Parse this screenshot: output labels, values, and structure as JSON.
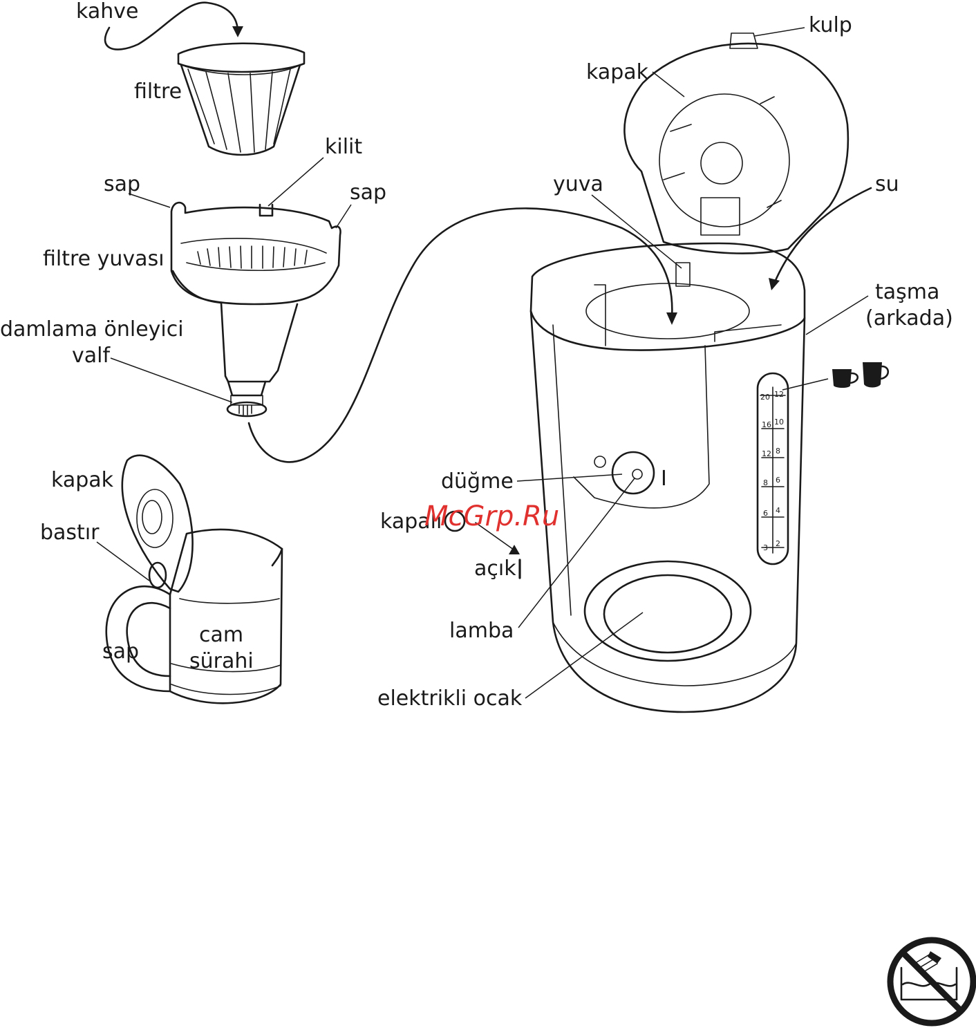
{
  "labels": {
    "kahve": "kahve",
    "filtre": "filtre",
    "kilit": "kilit",
    "sap_left": "sap",
    "sap_right": "sap",
    "filtre_yuvasi": "filtre yuvası",
    "damlama_line1": "damlama önleyici",
    "damlama_line2": "valf",
    "kapak_carafe": "kapak",
    "bastir": "bastır",
    "sap_carafe": "sap",
    "cam": "cam",
    "surahi": "sürahi",
    "kulp": "kulp",
    "kapak_machine": "kapak",
    "yuva": "yuva",
    "su": "su",
    "tasma_line1": "taşma",
    "tasma_line2": "(arkada)",
    "dugme": "düğme",
    "kapali": "kapalı",
    "acik": "açık",
    "lamba": "lamba",
    "elektrikli_ocak": "elektrikli ocak"
  },
  "water_gauge": {
    "left": [
      "20",
      "16",
      "12",
      "8",
      "6",
      "3"
    ],
    "right": [
      "12",
      "10",
      "8",
      "6",
      "4",
      "2"
    ]
  },
  "switch_mark": "I",
  "watermark": "McGrp.Ru",
  "icons": {
    "cups": "cup-size-icons",
    "warning": "no-immersion-icon"
  },
  "colors": {
    "ink": "#1a1a1a",
    "watermark": "#e0312f",
    "background": "#ffffff"
  }
}
